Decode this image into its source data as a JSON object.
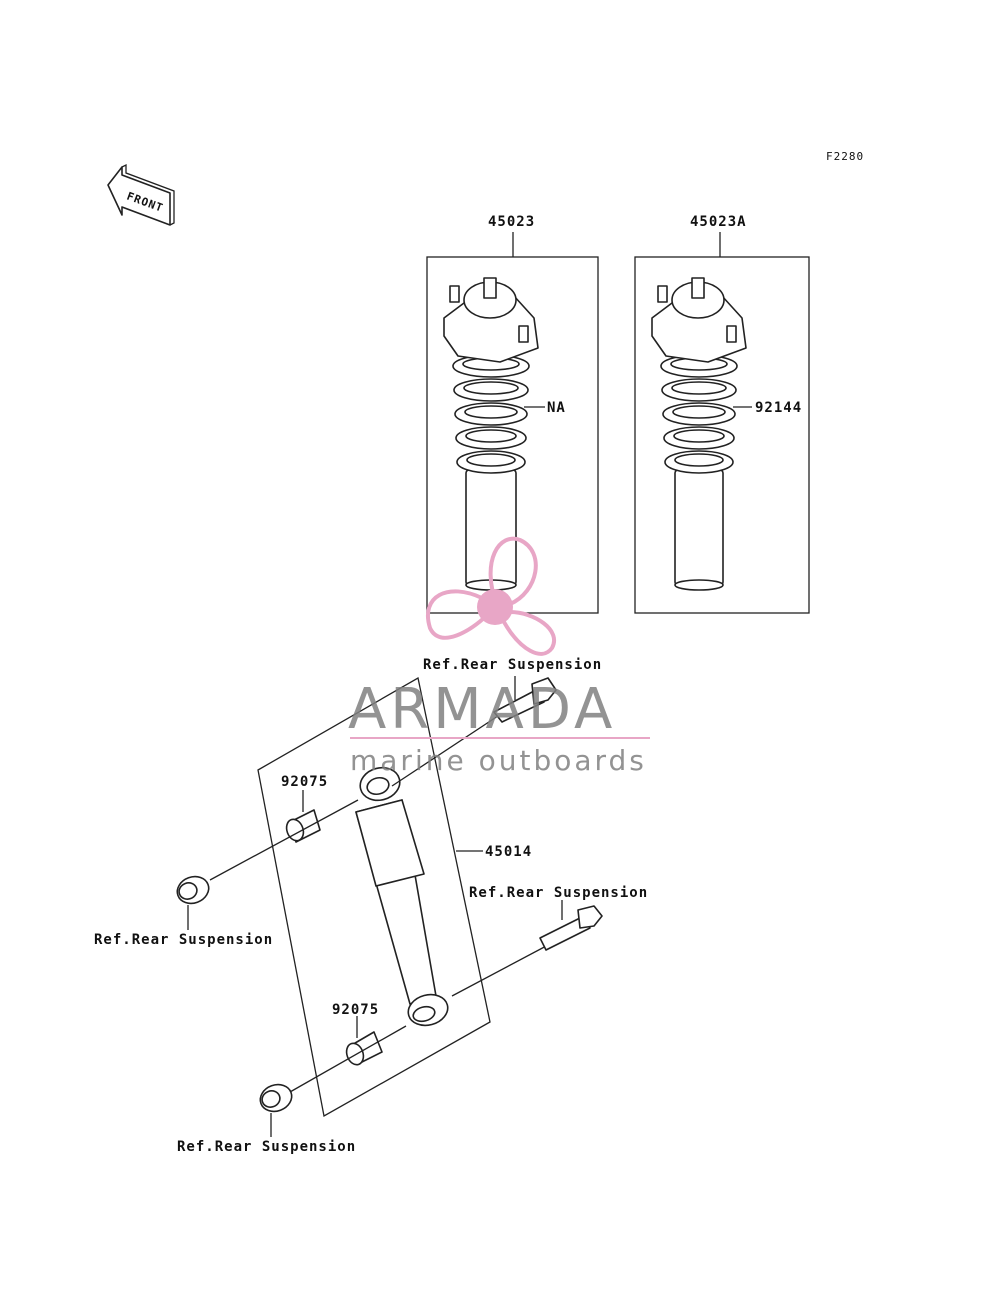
{
  "diagram_code": "F2280",
  "front_arrow": {
    "text": "FRONT",
    "icon": "front-arrow-icon"
  },
  "shock_assemblies": [
    {
      "part_number": "45023",
      "spring_label": "NA"
    },
    {
      "part_number": "45023A",
      "spring_label": "92144"
    }
  ],
  "rear_shock": {
    "part_number": "45014"
  },
  "bushings": [
    "92075",
    "92075"
  ],
  "references": [
    "Ref.Rear Suspension",
    "Ref.Rear Suspension",
    "Ref.Rear Suspension",
    "Ref.Rear Suspension"
  ],
  "watermark": {
    "brand": "ARMADA",
    "tagline": "marine outboards",
    "logo": "propeller-logo-icon",
    "colors": {
      "text": "#808080",
      "logo": "#e8a6c6",
      "rule": "#e8a6c6"
    }
  }
}
